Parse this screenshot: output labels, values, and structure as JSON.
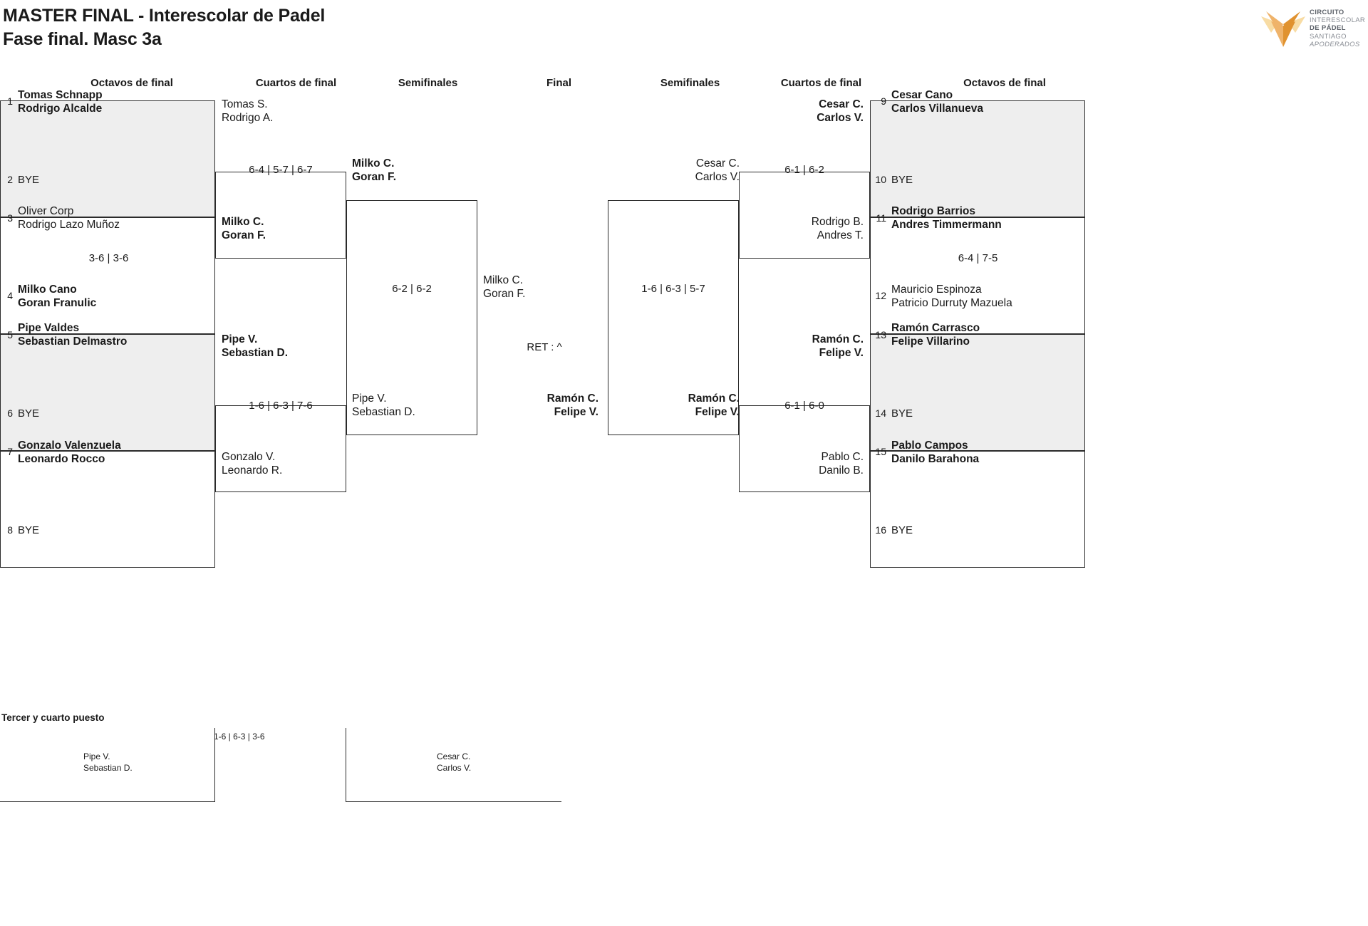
{
  "header": {
    "title_line1": "MASTER FINAL - Interescolar de Padel",
    "title_line2": "Fase final. Masc 3a"
  },
  "logo": {
    "line1": "CIRCUITO",
    "line2": "INTERESCOLAR",
    "line3": "DE PÁDEL",
    "line4": "SANTIAGO",
    "line5": "APODERADOS",
    "color_dark": "#e0922f",
    "color_mid": "#efb36a",
    "color_light": "#f8dca4"
  },
  "round_headers": {
    "left_r16": "Octavos de final",
    "left_qf": "Cuartos de final",
    "left_sf": "Semifinales",
    "final": "Final",
    "right_sf": "Semifinales",
    "right_qf": "Cuartos de final",
    "right_r16": "Octavos de final"
  },
  "left": {
    "r16": [
      {
        "seed": "1",
        "line1": "Tomas Schnapp",
        "line2": "Rodrigo Alcalde",
        "winner": true,
        "bye": false
      },
      {
        "seed": "2",
        "bye_label": "BYE",
        "bye": true
      },
      {
        "seed": "3",
        "line1": "Oliver Corp",
        "line2": "Rodrigo Lazo Muñoz",
        "winner": false,
        "bye": false
      },
      {
        "seed": "4",
        "line1": "Milko Cano",
        "line2": "Goran Franulic",
        "winner": true,
        "bye": false
      },
      {
        "seed": "5",
        "line1": "Pipe Valdes",
        "line2": "Sebastian Delmastro",
        "winner": true,
        "bye": false
      },
      {
        "seed": "6",
        "bye_label": "BYE",
        "bye": true
      },
      {
        "seed": "7",
        "line1": "Gonzalo Valenzuela",
        "line2": "Leonardo Rocco",
        "winner": true,
        "bye": false
      },
      {
        "seed": "8",
        "bye_label": "BYE",
        "bye": true
      }
    ],
    "r16_scores": [
      "",
      "3-6 | 3-6",
      "",
      ""
    ],
    "qf": [
      {
        "line1": "Tomas S.",
        "line2": "Rodrigo A.",
        "winner": false
      },
      {
        "line1": "Milko C.",
        "line2": "Goran F.",
        "winner": true
      },
      {
        "line1": "Pipe V.",
        "line2": "Sebastian D.",
        "winner": true
      },
      {
        "line1": "Gonzalo V.",
        "line2": "Leonardo R.",
        "winner": false
      }
    ],
    "qf_scores": [
      "6-4 | 5-7 | 6-7",
      "1-6 | 6-3 | 7-6"
    ],
    "sf": [
      {
        "line1": "Milko C.",
        "line2": "Goran F.",
        "winner": true
      },
      {
        "line1": "Pipe V.",
        "line2": "Sebastian D.",
        "winner": false
      }
    ],
    "sf_score": "6-2 | 6-2",
    "finalist": {
      "line1": "Milko C.",
      "line2": "Goran F.",
      "winner": false
    }
  },
  "final": {
    "score": "RET : ^"
  },
  "right": {
    "r16": [
      {
        "seed": "9",
        "line1": "Cesar Cano",
        "line2": "Carlos Villanueva",
        "winner": true,
        "bye": false
      },
      {
        "seed": "10",
        "bye_label": "BYE",
        "bye": true
      },
      {
        "seed": "11",
        "line1": "Rodrigo Barrios",
        "line2": "Andres Timmermann",
        "winner": true,
        "bye": false
      },
      {
        "seed": "12",
        "line1": "Mauricio Espinoza",
        "line2": "Patricio Durruty Mazuela",
        "winner": false,
        "bye": false
      },
      {
        "seed": "13",
        "line1": "Ramón Carrasco",
        "line2": "Felipe Villarino",
        "winner": true,
        "bye": false
      },
      {
        "seed": "14",
        "bye_label": "BYE",
        "bye": true
      },
      {
        "seed": "15",
        "line1": "Pablo Campos",
        "line2": "Danilo Barahona",
        "winner": true,
        "bye": false
      },
      {
        "seed": "16",
        "bye_label": "BYE",
        "bye": true
      }
    ],
    "r16_scores": [
      "",
      "6-4 | 7-5",
      "",
      ""
    ],
    "qf": [
      {
        "line1": "Cesar C.",
        "line2": "Carlos V.",
        "winner": true
      },
      {
        "line1": "Rodrigo B.",
        "line2": "Andres T.",
        "winner": false
      },
      {
        "line1": "Ramón C.",
        "line2": "Felipe V.",
        "winner": true
      },
      {
        "line1": "Pablo C.",
        "line2": "Danilo B.",
        "winner": false
      }
    ],
    "qf_scores": [
      "6-1 | 6-2",
      "6-1 | 6-0"
    ],
    "sf": [
      {
        "line1": "Cesar C.",
        "line2": "Carlos V.",
        "winner": false
      },
      {
        "line1": "Ramón C.",
        "line2": "Felipe V.",
        "winner": true
      }
    ],
    "sf_score": "1-6 | 6-3 | 5-7",
    "finalist": {
      "line1": "Ramón C.",
      "line2": "Felipe V.",
      "winner": true
    }
  },
  "third_place": {
    "title": "Tercer y cuarto puesto",
    "score": "1-6 | 6-3 | 3-6",
    "left": {
      "line1": "Pipe V.",
      "line2": "Sebastian D."
    },
    "right": {
      "line1": "Cesar C.",
      "line2": "Carlos V."
    }
  }
}
